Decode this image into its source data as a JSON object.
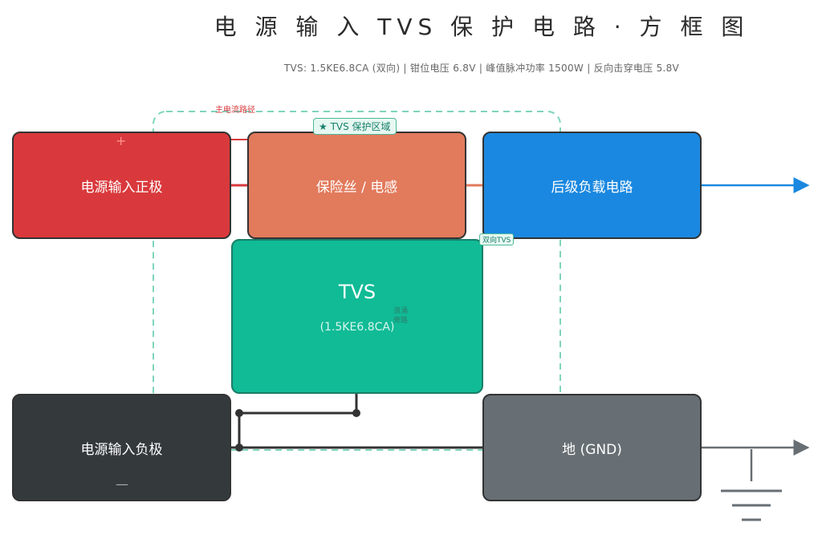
{
  "header": {
    "title": "电 源 输 入 TVS 保 护 电 路 · 方 框 图",
    "subtitle": "TVS: 1.5KE6.8CA (双向)  |  钳位电压 6.8V  |  峰值脉冲功率 1500W  |  反向击穿电压 5.8V"
  },
  "blocks": {
    "power_positive": "电源输入正极",
    "fuse_inductor": "保险丝 / 电感",
    "load": "后级负载电路",
    "tvs_name": "TVS",
    "tvs_part": "(1.5KE6.8CA)",
    "power_negative": "电源输入负极",
    "ground": "地 (GND)"
  },
  "labels": {
    "tvs_zone": "★ TVS 保护区域",
    "bidirectional_tvs": "双向TVS",
    "main_current_path": "主电流路径",
    "surge_bypass": "浪涌 旁路",
    "plus": "+",
    "minus": "—"
  },
  "colors": {
    "positive": "#d9393c",
    "fuse": "#e27a5c",
    "load": "#1a88e0",
    "tvs": "#10bb96",
    "negative": "#343a3c",
    "ground": "#686f74"
  }
}
